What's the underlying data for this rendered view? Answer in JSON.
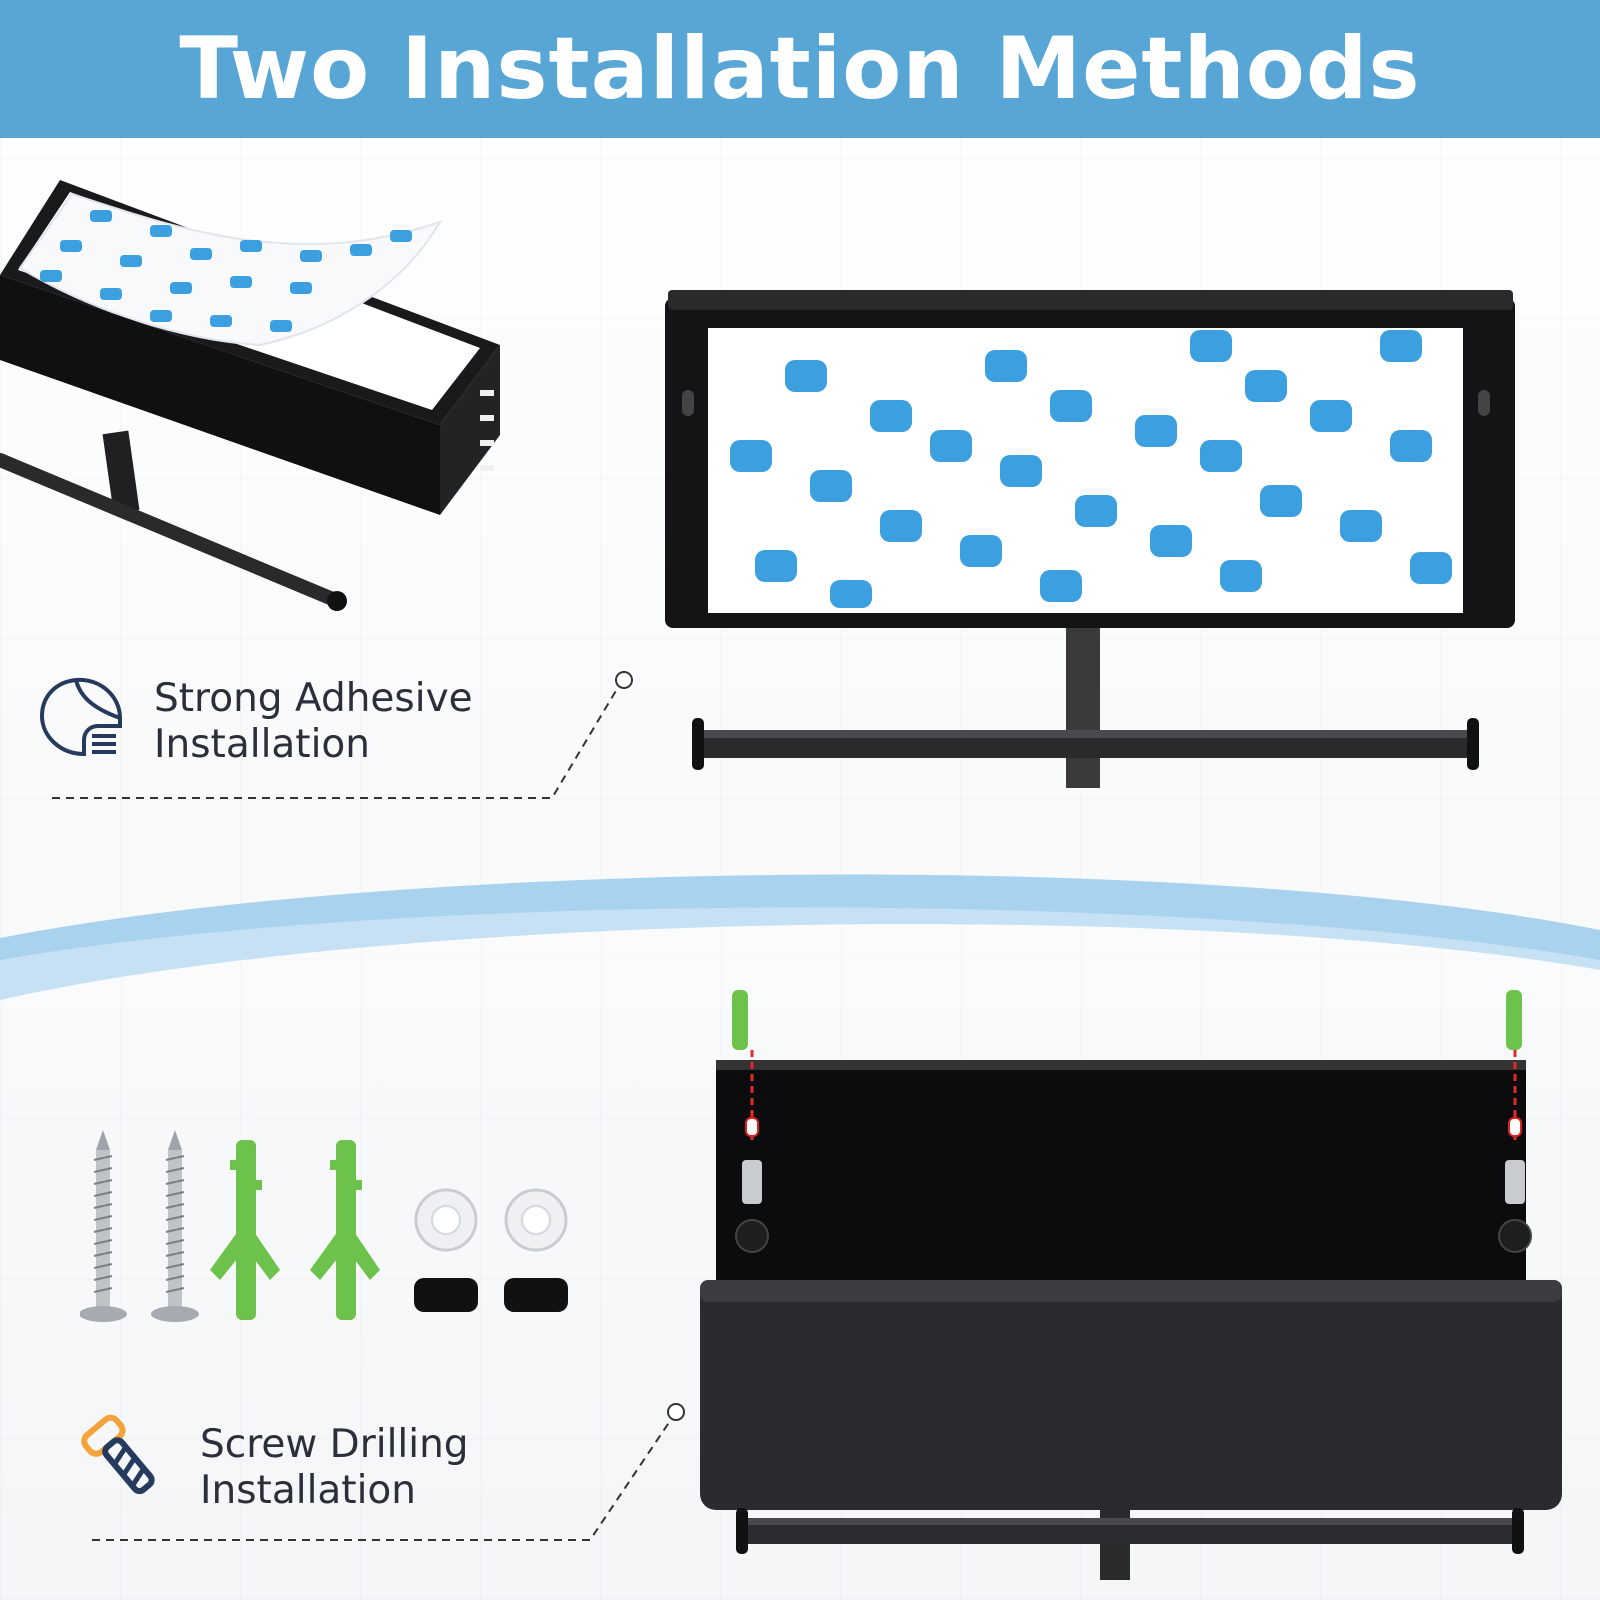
{
  "header": {
    "title": "Two Installation Methods",
    "background_color": "#57a6d6"
  },
  "methods": [
    {
      "line1": "Strong Adhesive",
      "line2": "Installation",
      "icon": "adhesive-sticker-icon"
    },
    {
      "line1": "Screw Drilling",
      "line2": "Installation",
      "icon": "screw-icon"
    }
  ],
  "colors": {
    "accent_blue": "#3c9fe0",
    "anchor_green": "#6cc24a",
    "product_black": "#141416",
    "screw_icon_orange": "#f2a33a",
    "screw_icon_navy": "#263a5e"
  }
}
